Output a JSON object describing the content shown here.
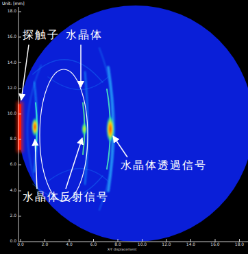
{
  "diagram": {
    "labels": [
      "Unit: [mm]",
      "18.0",
      "16.0",
      "14.0",
      "12.0",
      "10.0",
      "8.0",
      "6.0",
      "4.0",
      "2.0",
      "探触子",
      "水晶体",
      "水晶体透過信号",
      "水晶体反射信号",
      "0.0",
      "0.0",
      "2.0",
      "4.0",
      "6.0",
      "8.0",
      "10.0",
      "12.0",
      "14.0",
      "16.0",
      "18.0",
      "X-Y displacement"
    ]
  }
}
